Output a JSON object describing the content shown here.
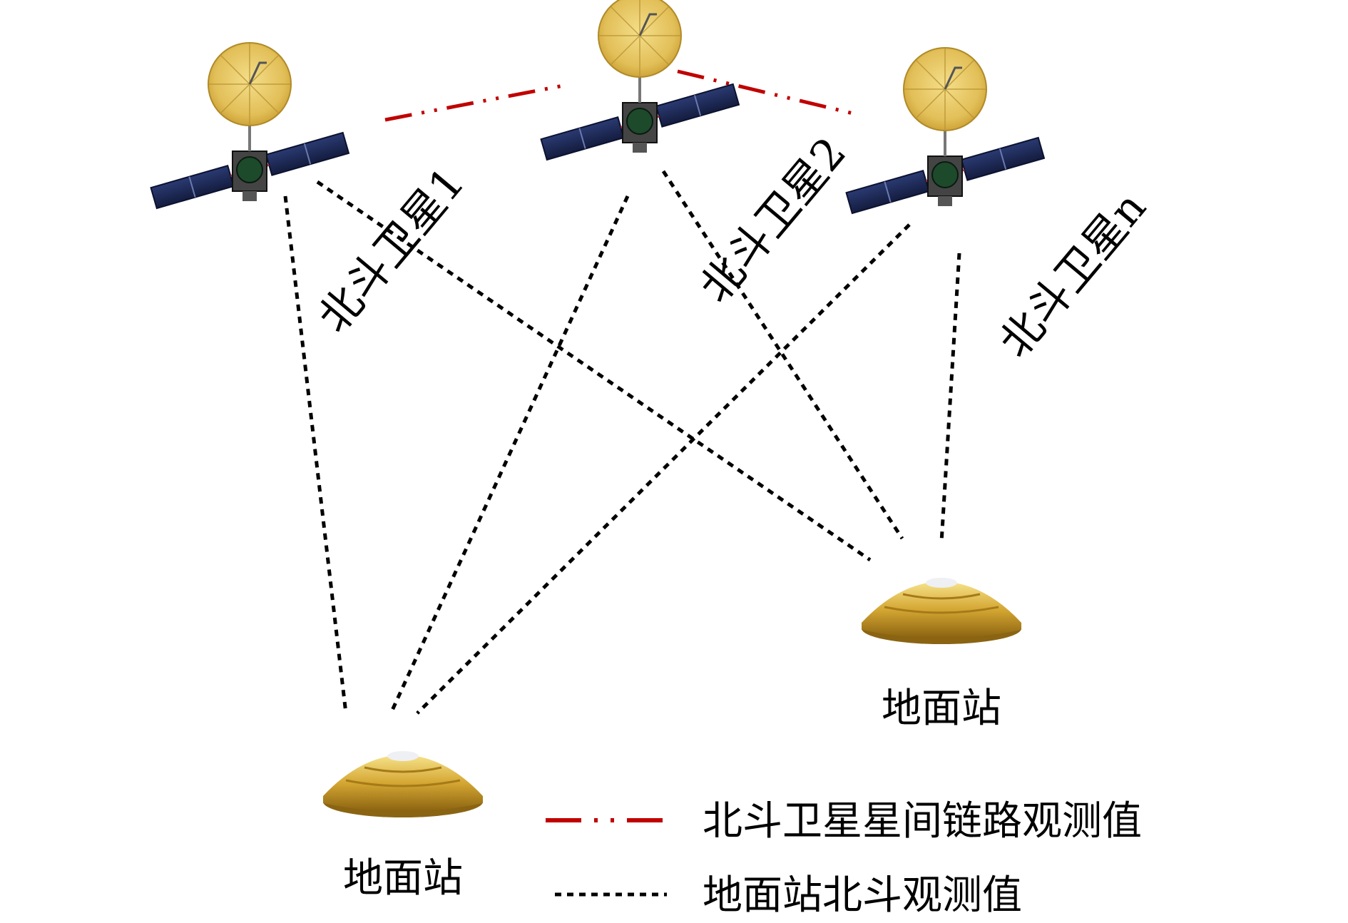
{
  "satellites": [
    {
      "label": "北斗卫星1"
    },
    {
      "label": "北斗卫星2"
    },
    {
      "label": "北斗卫星n"
    }
  ],
  "stations": [
    {
      "label": "地面站"
    },
    {
      "label": "地面站"
    }
  ],
  "legend": {
    "inter_satellite_link": "北斗卫星星间链路观测值",
    "ground_station_obs": "地面站北斗观测值"
  },
  "colors": {
    "inter_satellite_link": "#c00000",
    "ground_observation": "#000000",
    "solar_panel": "#1e2a55",
    "antenna_dish": "#e0c060",
    "station_gold": "#c9a030"
  }
}
